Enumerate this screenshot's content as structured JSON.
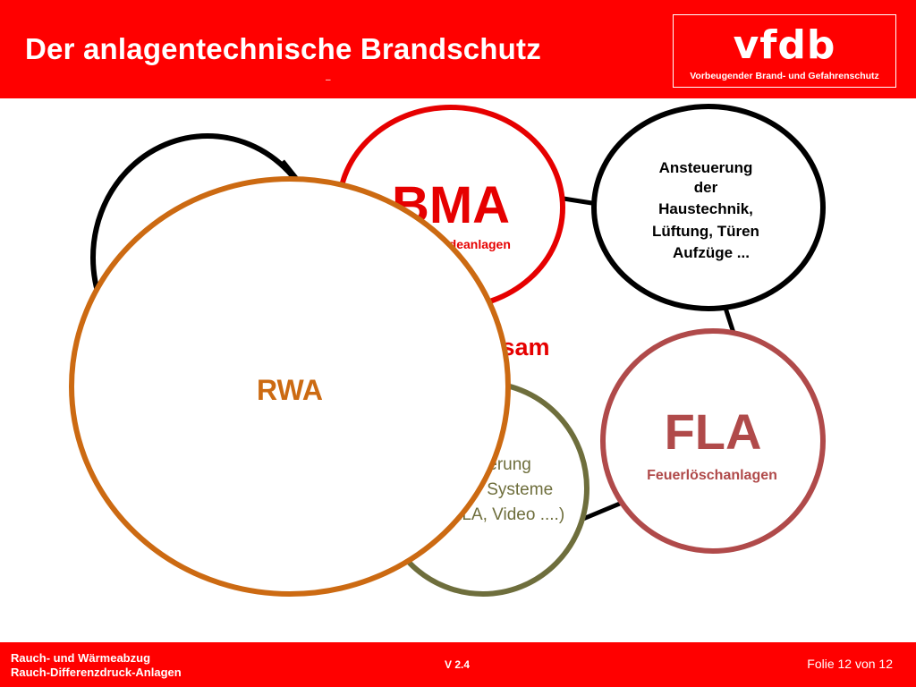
{
  "header": {
    "title": "Der anlagentechnische Brandschutz",
    "title_dash": "–",
    "logo_text": "vfdb",
    "logo_subtitle": "Vorbeugender Brand- und Gefahrenschutz"
  },
  "diagram": {
    "center_text": "gemeinsam",
    "nodes": {
      "bma": {
        "label": "BMA",
        "sublabel": "Brandmeldeanlagen"
      },
      "haustechnik": {
        "lines": [
          "Ansteuerung",
          "der",
          "Haustechnik,",
          "Lüftung, Türen",
          "Aufzüge ..."
        ]
      },
      "fla": {
        "label": "FLA",
        "sublabel": "Feuerlöschanlagen"
      },
      "bottom": {
        "lines": [
          "Ansteuerung",
          "sonstiger Systeme",
          "(SAA, ELA, Video ....)"
        ]
      },
      "rwa": {
        "label": "RWA"
      }
    }
  },
  "colors": {
    "brand_red": "#ff0000",
    "bma_red": "#e60000",
    "fla_red": "#b04a4a",
    "olive": "#6e6e3c",
    "rwa_orange": "#cc6a12",
    "connector_black": "#000000"
  },
  "footer": {
    "left_line1": "Rauch- und Wärmeabzug",
    "left_line2": "Rauch-Differenzdruck-Anlagen",
    "version": "V 2.4",
    "page": "Folie 12 von 12"
  }
}
